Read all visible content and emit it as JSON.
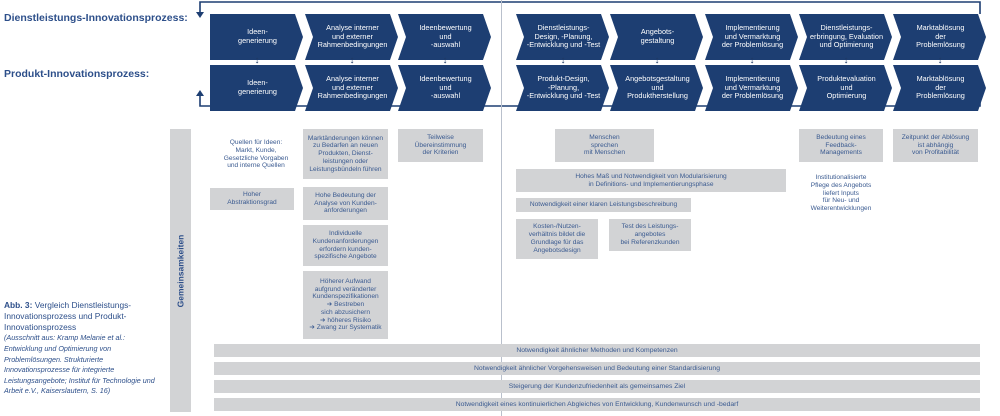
{
  "labels": {
    "service_row": "Dienstleistungs-Innovationsprozess:",
    "product_row": "Produkt-Innovationsprozess:",
    "commonalities": "Gemeinsamkeiten"
  },
  "colors": {
    "chevron": "#1d3e72",
    "box": "#d2d3d5",
    "text": "#3a5a90"
  },
  "service_steps": [
    "Ideen-\ngenerierung",
    "Analyse interner\nund externer\nRahmenbedingungen",
    "Ideenbewertung\nund\n-auswahl",
    "Dienstleistungs-\nDesign, -Planung,\n-Entwicklung und -Test",
    "Angebots-\ngestaltung",
    "Implementierung\nund Vermarktung\nder Problemlösung",
    "Dienstleistungs-\nerbringung, Evaluation\nund Optimierung",
    "Marktablösung\nder\nProblemlösung"
  ],
  "product_steps": [
    "Ideen-\ngenerierung",
    "Analyse interner\nund externer\nRahmenbedingungen",
    "Ideenbewertung\nund\n-auswahl",
    "Produkt-Design,\n-Planung,\n-Entwicklung und -Test",
    "Angebotsgestaltung\nund\nProduktherstellung",
    "Implementierung\nund Vermarktung\nder Problemlösung",
    "Produktevaluation\nund\nOptimierung",
    "Marktablösung\nder\nProblemlösung"
  ],
  "boxes": {
    "quellen": "Quellen für Ideen:\nMarkt, Kunde,\nGesetzliche Vorgaben\nund interne Quellen",
    "abstraktion": "Hoher\nAbstraktionsgrad",
    "marktaenderungen": "Marktänderungen können\nzu Bedarfen an neuen\nProdukten, Dienst-\nleistungen oder\nLeistungsbündeln führen",
    "bedeutung_analyse": "Hohe Bedeutung der\nAnalyse von Kunden-\nanforderungen",
    "individuelle": "Individuelle\nKundenanforderungen\nerfordern kunden-\nspezifische Angebote",
    "aufwand": "Höherer Aufwand\naufgrund veränderter\nKundenspezifikationen\n➔ Bestreben\nsich abzusichern\n➔ höheres Risiko\n➔ Zwang zur Systematik",
    "teilweise": "Teilweise\nÜbereinstimmung\nder Kriterien",
    "menschen": "Menschen\nsprechen\nmit Menschen",
    "modularisierung": "Hohes Maß und Notwendigkeit von Modularisierung\nin Definitions- und Implementierungsphase",
    "leistungsbeschreibung": "Notwendigkeit einer klaren Leistungsbeschreibung",
    "kosten": "Kosten-/Nutzen-\nverhältnis bildet die\nGrundlage für das\nAngebotsdesign",
    "test": "Test des Leistungs-\nangebotes\nbei Referenzkunden",
    "feedback": "Bedeutung eines\nFeedback-\nManagements",
    "institutionalisiert": "Institutionalisierte\nPflege des Angebots\nliefert Inputs\nfür Neu- und\nWeiterentwicklungen",
    "zeitpunkt": "Zeitpunkt der Ablösung\nist abhängig\nvon Profitabilität"
  },
  "bars": [
    "Notwendigkeit ähnlicher Methoden und Kompetenzen",
    "Notwendigkeit ähnlicher Vorgehensweisen und Bedeutung einer Standardisierung",
    "Steigerung der Kundenzufriedenheit als gemeinsames Ziel",
    "Notwendigkeit eines kontinuierlichen Abgleiches von Entwicklung, Kundenwunsch und -bedarf"
  ],
  "caption": {
    "label": "Abb. 3:",
    "title": " Vergleich Dienstleistungs-Innovationsprozess und Produkt-Innovationsprozess",
    "source": "(Ausschnitt aus: Kramp Melanie et al.: Entwicklung und Optimierung von Problemlösungen. Strukturierte Innovationsprozesse für integrierte Leistungsangebote; Institut für Technologie und Arbeit e.V., Kaiserslautern, S. 16)"
  }
}
